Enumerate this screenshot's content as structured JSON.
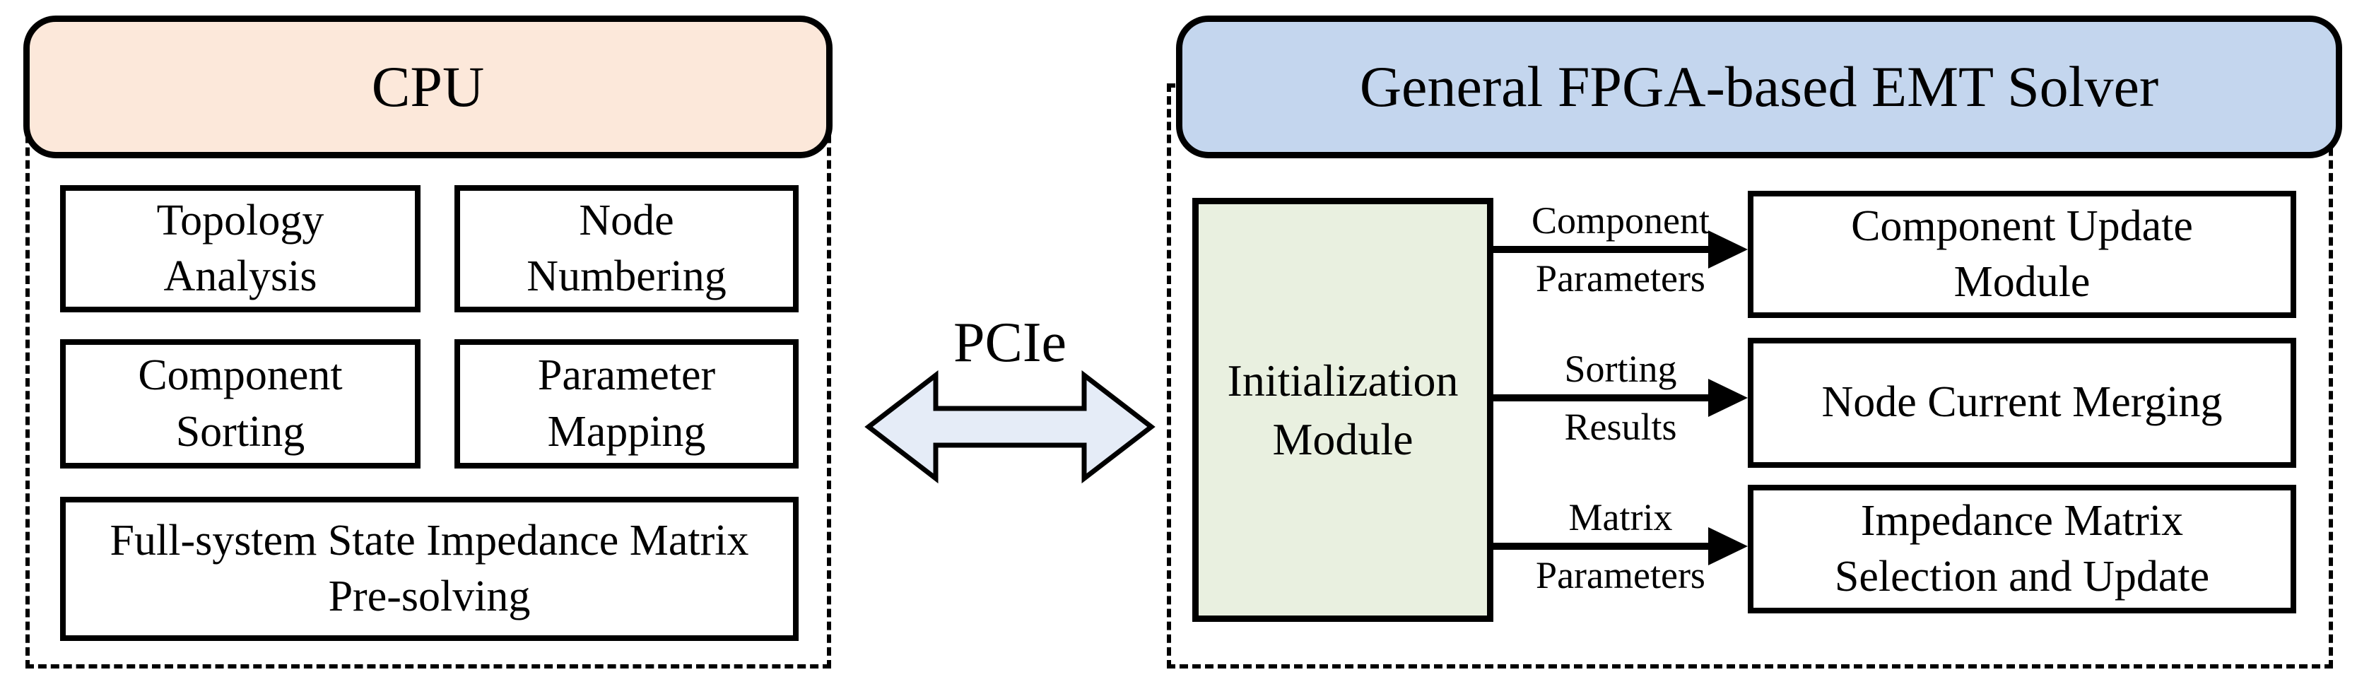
{
  "left_panel": {
    "header": "CPU",
    "boxes": [
      {
        "line1": "Topology",
        "line2": "Analysis"
      },
      {
        "line1": "Node",
        "line2": "Numbering"
      },
      {
        "line1": "Component",
        "line2": "Sorting"
      },
      {
        "line1": "Parameter",
        "line2": "Mapping"
      },
      {
        "line1": "Full-system State Impedance Matrix",
        "line2": "Pre-solving"
      }
    ]
  },
  "interconnect": {
    "label": "PCIe"
  },
  "right_panel": {
    "header": "General FPGA-based EMT Solver",
    "init_module": {
      "line1": "Initialization",
      "line2": "Module"
    },
    "flows": [
      {
        "label_line1": "Component",
        "label_line2": "Parameters"
      },
      {
        "label_line1": "Sorting",
        "label_line2": "Results"
      },
      {
        "label_line1": "Matrix",
        "label_line2": "Parameters"
      }
    ],
    "modules": [
      {
        "line1": "Component Update",
        "line2": "Module"
      },
      {
        "line1": "Node Current Merging",
        "line2": ""
      },
      {
        "line1": "Impedance Matrix",
        "line2": "Selection and Update"
      }
    ]
  },
  "colors": {
    "cpu_header_fill": "#fce8da",
    "fpga_header_fill": "#c4d6ee",
    "init_module_fill": "#e9f0e0",
    "pcie_arrow_fill": "#e5ecf7",
    "line_color": "#000000"
  }
}
